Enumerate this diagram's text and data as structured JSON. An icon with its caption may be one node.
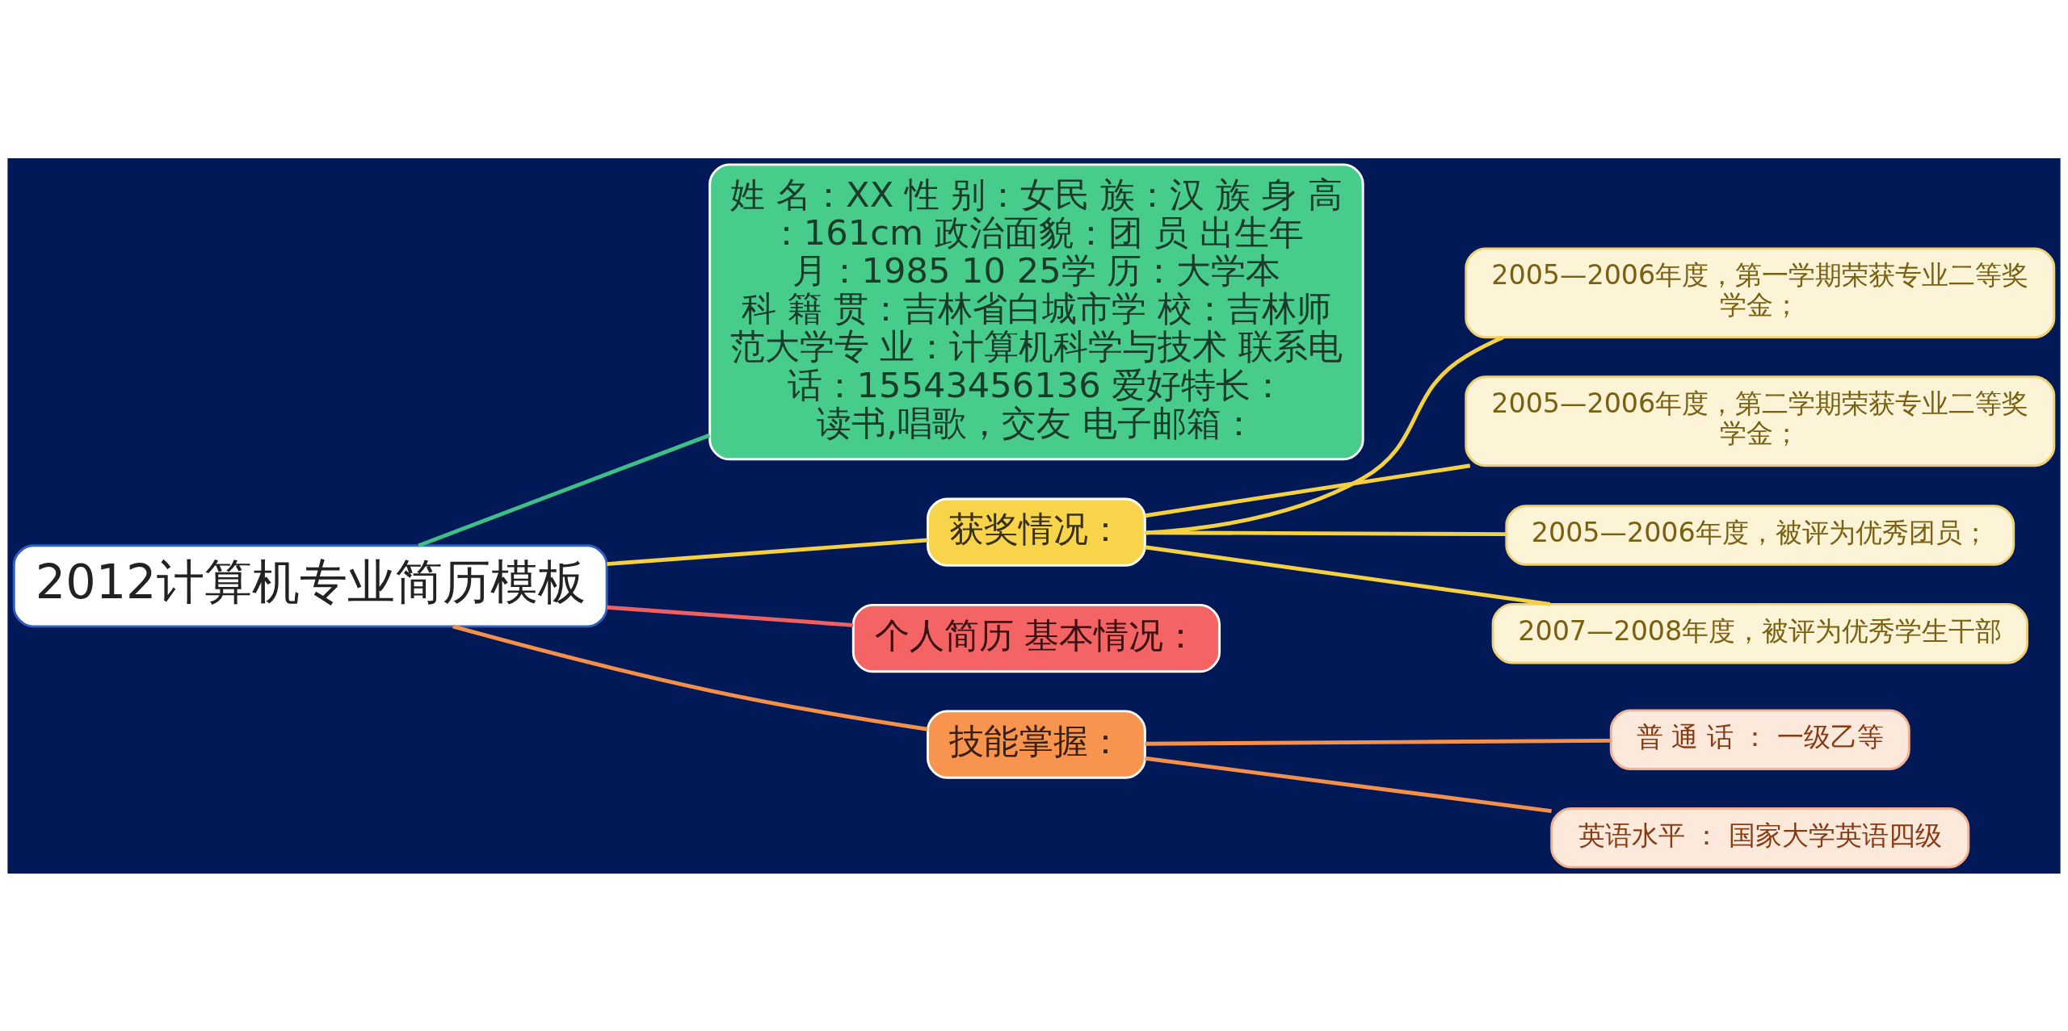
{
  "diagram": {
    "nodes": [
      {
        "text": [
          "2012计算机专业简历模板"
        ]
      },
      {
        "text": [
          "姓 名：XX 性 别：女民 族：汉 族 身 高：161cm 政治面貌：团 员 出生年月：1985 10 25学 历：大学本科 籍 贯：吉林省白城市学 校：吉林师范大学专 业：计算机科学与技术 联系电话：15543456136 爱好特长：读书,唱歌，交友 电子邮箱："
        ]
      },
      {
        "text": [
          "获奖情况："
        ]
      },
      {
        "text": [
          "2005—2006年度，第一学期荣获专业二等奖学金；"
        ]
      },
      {
        "text": [
          "2005—2006年度，第二学期荣获专业二等奖学金；"
        ]
      },
      {
        "text": [
          "2005—2006年度，被评为优秀团员；"
        ]
      },
      {
        "text": [
          "2007—2008年度，被评为优秀学生干部"
        ]
      },
      {
        "text": [
          "个人简历 基本情况："
        ]
      },
      {
        "text": [
          "技能掌握："
        ]
      },
      {
        "text": [
          "普 通 话 ： 一级乙等"
        ]
      },
      {
        "text": [
          "英语水平 ： 国家大学英语四级"
        ]
      }
    ],
    "edges": [
      {
        "from": 0,
        "to": 1,
        "arrow": "none",
        "color": "#3fbf85"
      },
      {
        "from": 0,
        "to": 2,
        "arrow": "none"
      },
      {
        "from": 2,
        "to": 3,
        "arrow": "none"
      },
      {
        "from": 2,
        "to": 4,
        "arrow": "none"
      },
      {
        "from": 2,
        "to": 5,
        "arrow": "none"
      },
      {
        "from": 2,
        "to": 6,
        "arrow": "none"
      },
      {
        "from": 0,
        "to": 7,
        "arrow": "none",
        "color": "#f06060"
      },
      {
        "from": 0,
        "to": 8,
        "arrow": "none",
        "color": "#f5904a"
      },
      {
        "from": 8,
        "to": 9,
        "arrow": "none",
        "color": "#f5904a"
      },
      {
        "from": 8,
        "to": 10,
        "arrow": "none",
        "color": "#f5904a"
      }
    ]
  }
}
